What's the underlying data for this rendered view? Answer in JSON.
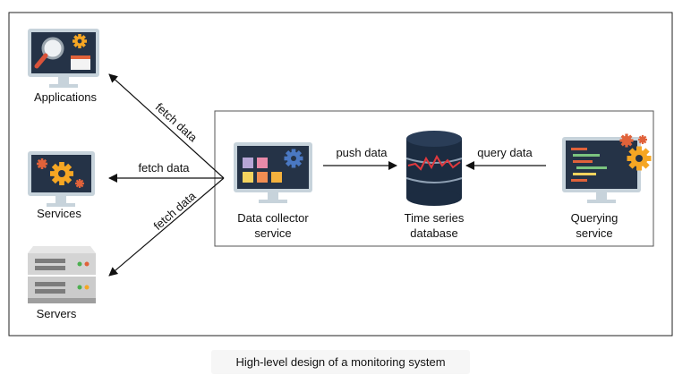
{
  "nodes": {
    "applications": "Applications",
    "services": "Services",
    "servers": "Servers",
    "collector_line1": "Data collector",
    "collector_line2": "service",
    "database_line1": "Time series",
    "database_line2": "database",
    "querying_line1": "Querying",
    "querying_line2": "service"
  },
  "edges": {
    "fetch_to_applications": "fetch data",
    "fetch_to_services": "fetch data",
    "fetch_to_servers": "fetch data",
    "push": "push data",
    "query": "query data"
  },
  "caption": "High-level design of a monitoring system",
  "icons": {
    "applications": "monitor-magnifier-gear-icon",
    "services": "monitor-gears-icon",
    "servers": "server-rack-icon",
    "collector": "monitor-tiles-gear-icon",
    "database": "database-icon",
    "querying": "monitor-code-gears-icon"
  },
  "colors": {
    "screen": "#253347",
    "monitor_frame": "#c7d3db",
    "gear_orange": "#f5a623",
    "gear_red": "#e0623a",
    "database": "#1c2c41",
    "database_line": "#e0393e",
    "server": "#d4d4d4"
  }
}
